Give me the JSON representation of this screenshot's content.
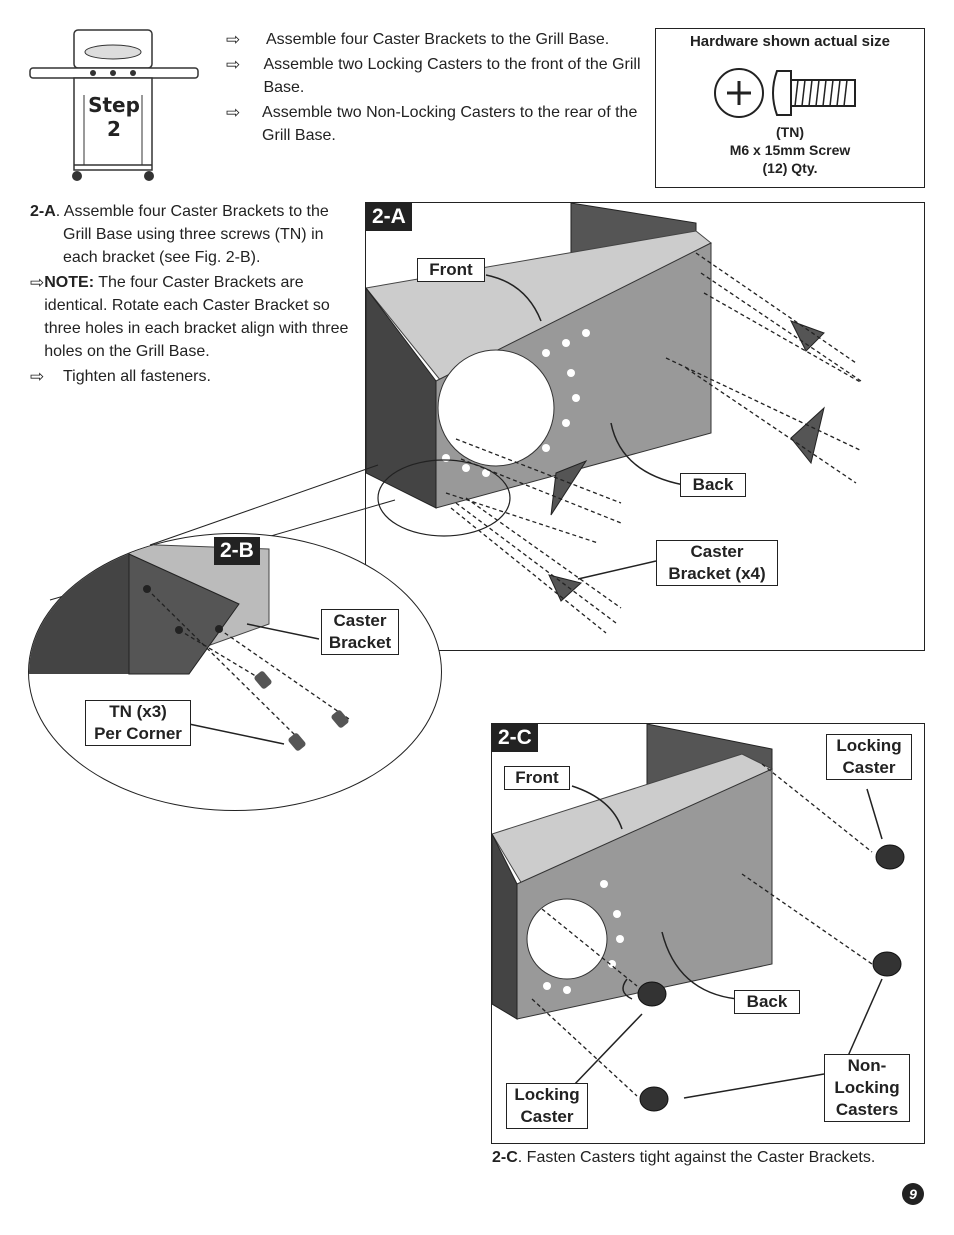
{
  "step": {
    "word": "Step",
    "number": "2"
  },
  "intro": [
    "Assemble four Caster Brackets to the Grill Base.",
    "Assemble two Locking Casters to the front of the Grill Base.",
    "Assemble two Non-Locking Casters to the rear of the Grill Base."
  ],
  "hardware": {
    "title": "Hardware shown actual size",
    "code": "(TN)",
    "name": "M6 x 15mm Screw",
    "qty": "(12) Qty."
  },
  "section_a": {
    "id": "2-A",
    "lead": "Assemble four Caster Brackets to the Grill Base using three  screws (TN) in each bracket (see Fig. 2-B).",
    "note_label": "NOTE:",
    "note": "The four Caster Brackets are identical.  Rotate each Caster Bracket so three holes in each bracket align with three holes on the Grill Base.",
    "tighten": "Tighten all fasteners."
  },
  "fig_a": {
    "tag": "2-A",
    "front": "Front",
    "back": "Back",
    "bracket_line1": "Caster",
    "bracket_line2": "Bracket (x4)"
  },
  "fig_b": {
    "tag": "2-B",
    "bracket_line1": "Caster",
    "bracket_line2": "Bracket",
    "tn_line1": "TN (x3)",
    "tn_line2": "Per Corner"
  },
  "fig_c": {
    "tag": "2-C",
    "front": "Front",
    "back": "Back",
    "locking_top_1": "Locking",
    "locking_top_2": "Caster",
    "locking_bottom_1": "Locking",
    "locking_bottom_2": "Caster",
    "nonlocking_1": "Non-",
    "nonlocking_2": "Locking",
    "nonlocking_3": "Casters"
  },
  "caption_c": {
    "id": "2-C",
    "text": ". Fasten Casters tight against the Caster Brackets."
  },
  "page_number": "9",
  "arrow_glyph": "⇨"
}
